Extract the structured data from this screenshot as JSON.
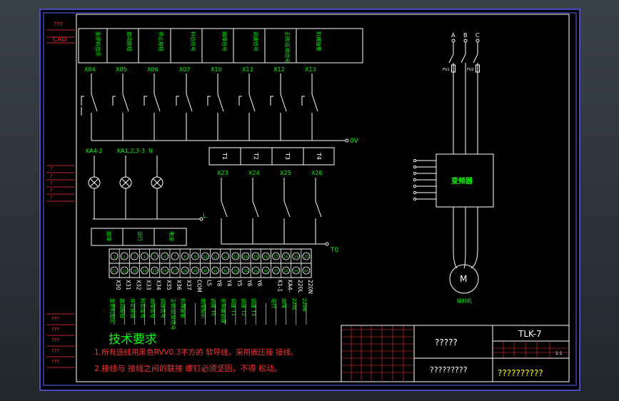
{
  "colors": {
    "background_top": "#3a4048",
    "background_bottom": "#22272c",
    "sheet": "#000000",
    "border_outer": "#6464ff",
    "border_inner": "#ffffff",
    "line": "#ffffff",
    "text_green": "#00ff00",
    "text_red": "#ff3030",
    "grid_red": "#ff3030"
  },
  "side_panel": {
    "top_label_1": "???",
    "top_label_2": "CAD",
    "mid_labels": [
      "?",
      "?",
      "?",
      "?",
      "?"
    ],
    "bottom_labels": [
      "???",
      "???",
      "???",
      "???",
      "???"
    ]
  },
  "inputs": {
    "labels": [
      "X04",
      "X05",
      "X06",
      "X07",
      "X10",
      "X11",
      "X12",
      "X13"
    ],
    "descriptions": [
      "急停机指示",
      "启动按钮",
      "停止按钮",
      "料位信号",
      "故障信号",
      "调速信号",
      "正转/反转信号",
      "机械报警"
    ],
    "common": "0V"
  },
  "lamps": {
    "labels": [
      "KA4-2",
      "KA1,2,3-3",
      "N"
    ],
    "common": "L",
    "descriptions": [
      "故障",
      "运行",
      "电源"
    ]
  },
  "outputs": {
    "relays": [
      "T1",
      "T2",
      "T3",
      "T4"
    ],
    "labels": [
      "X23",
      "X24",
      "X25",
      "X26"
    ],
    "common": "T0"
  },
  "terminals": {
    "top_row": [
      "1",
      "2",
      "3",
      "4",
      "5",
      "6",
      "7",
      "8",
      "9",
      "10",
      "11",
      "12",
      "13",
      "14",
      "15",
      "16",
      "17",
      "18",
      "19",
      "20"
    ],
    "bottom_row": [
      "21",
      "22",
      "23",
      "24",
      "25",
      "26",
      "27",
      "28",
      "29",
      "30",
      "31",
      "32",
      "33",
      "34",
      "35",
      "36",
      "37",
      "38",
      "39",
      "40"
    ],
    "labels": [
      "X30",
      "X31",
      "X32",
      "X33",
      "X34",
      "X35",
      "X36",
      "X37",
      "COM",
      "LS",
      "Y8",
      "Y4",
      "Y5",
      "Y6",
      "Y6",
      "",
      "K1-1",
      "KA4-",
      "220L",
      "220N"
    ],
    "descriptions": [
      "急停机指示",
      "启动按钮",
      "停止按钮",
      "料位信号",
      "故障信号",
      "调速信号",
      "正转/反转信号",
      "机械报警",
      "",
      "故障指示",
      "调速 T0",
      "变频器调速",
      "调速 T1",
      "调速 T2",
      "调速 T3",
      "",
      "运行",
      "故障",
      "220L",
      "220N"
    ]
  },
  "power": {
    "phases": [
      "A",
      "B",
      "C"
    ],
    "fuses": [
      "FU1",
      "FU2"
    ],
    "inverter": "变频器",
    "motor": "M",
    "motor_caption": "输料机"
  },
  "notes": {
    "title": "技术要求",
    "line1": "1.所有连线用黑色RVV0.3平方的 软导线，采用嵌压接 接线。",
    "line2": "2.接线与 接线之间的联接 螺钉必须坚固，不得 松动。"
  },
  "title_block": {
    "drawing_no": "TLK-7",
    "name": "?????",
    "company": "?????????",
    "designer": "??????????",
    "scale": "1:1"
  }
}
